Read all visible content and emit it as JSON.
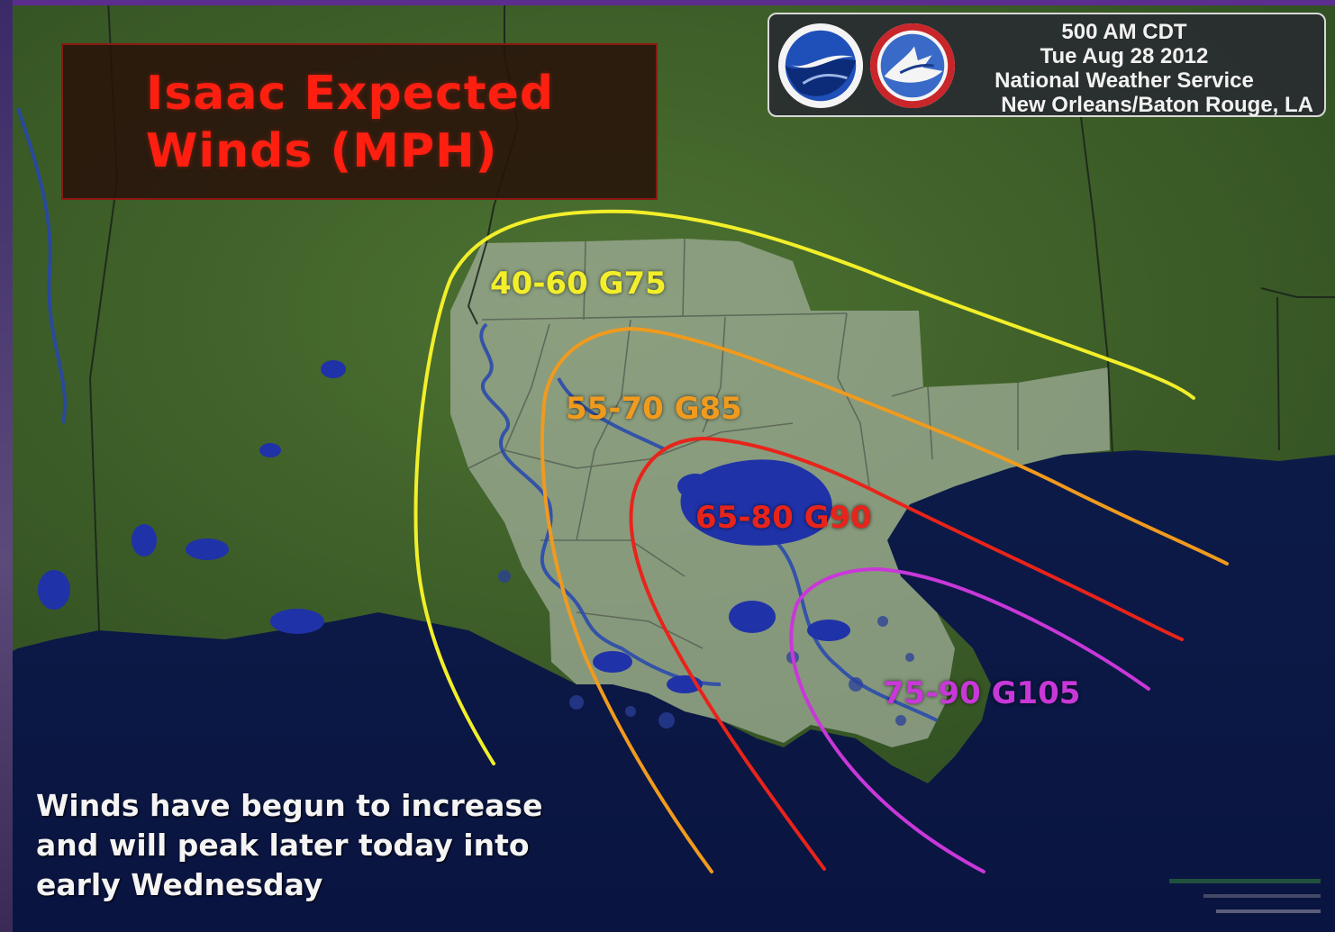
{
  "map": {
    "title_lines": [
      "Isaac Expected",
      "Winds (MPH)"
    ],
    "issuer_lines": [
      "500 AM CDT",
      "Tue Aug 28 2012",
      "National Weather Service",
      "New Orleans/Baton Rouge, LA"
    ],
    "logos": [
      "noaa-logo",
      "nws-logo"
    ],
    "zones": [
      {
        "label": "40-60 G75",
        "color": "#f2ef2a"
      },
      {
        "label": "55-70 G85",
        "color": "#f09a1e"
      },
      {
        "label": "65-80 G90",
        "color": "#e8241a"
      },
      {
        "label": "75-90 G105",
        "color": "#c838d8"
      }
    ],
    "note_lines": [
      "Winds have begun to increase",
      "and will peak later today into",
      "early Wednesday"
    ],
    "colors": {
      "land": "#3a5a28",
      "water": "#0c1a4a",
      "forecast_area": "#9aa894",
      "lake": "#1a30a0"
    }
  }
}
